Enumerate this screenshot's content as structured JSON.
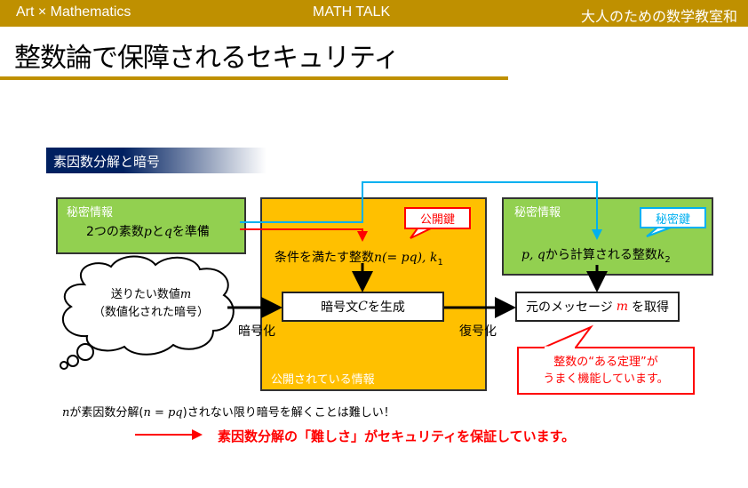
{
  "header": {
    "left": "Art × Mathematics",
    "center": "MATH TALK",
    "right": "大人のための数学教室和"
  },
  "title": "整数論で保障されるセキュリティ",
  "section": "素因数分解と暗号",
  "left_box": {
    "label": "秘密情報",
    "text_pre": "2つの素数",
    "p": "p",
    "and": "と",
    "q": "q",
    "text_post": "を準備"
  },
  "public_box": {
    "label": "公開されている情報",
    "callout": "公開鍵",
    "cond_pre": "条件を満たす整数",
    "cond_math": "n(= pq), k",
    "cond_sub": "1"
  },
  "right_box": {
    "label": "秘密情報",
    "callout": "秘密鍵",
    "math_pre": "p, q",
    "text": "から計算される整数",
    "k": "k",
    "sub": "2"
  },
  "cloud": {
    "line1_pre": "送りたい数値",
    "m": "m",
    "line2": "（数値化された暗号）"
  },
  "cipher_box": {
    "pre": "暗号文",
    "c": "C",
    "post": "を生成"
  },
  "result_box": {
    "pre": "元のメッセージ ",
    "m": "m",
    "post": " を取得"
  },
  "encrypt_label": "暗号化",
  "decrypt_label": "復号化",
  "theorem_callout": {
    "line1": "整数の“ある定理”が",
    "line2": "うまく機能しています。"
  },
  "note": {
    "n": "n",
    "pre": "が素因数分解(",
    "math": "n = pq",
    "post": ")されない限り暗号を解くことは難しい！"
  },
  "conclusion": "素因数分解の「難しさ」がセキュリティを保証しています。",
  "colors": {
    "gold": "#BF9000",
    "green": "#92D050",
    "orange": "#FFC000",
    "red": "#FF0000",
    "blue": "#00B0F0",
    "navy": "#002060"
  }
}
